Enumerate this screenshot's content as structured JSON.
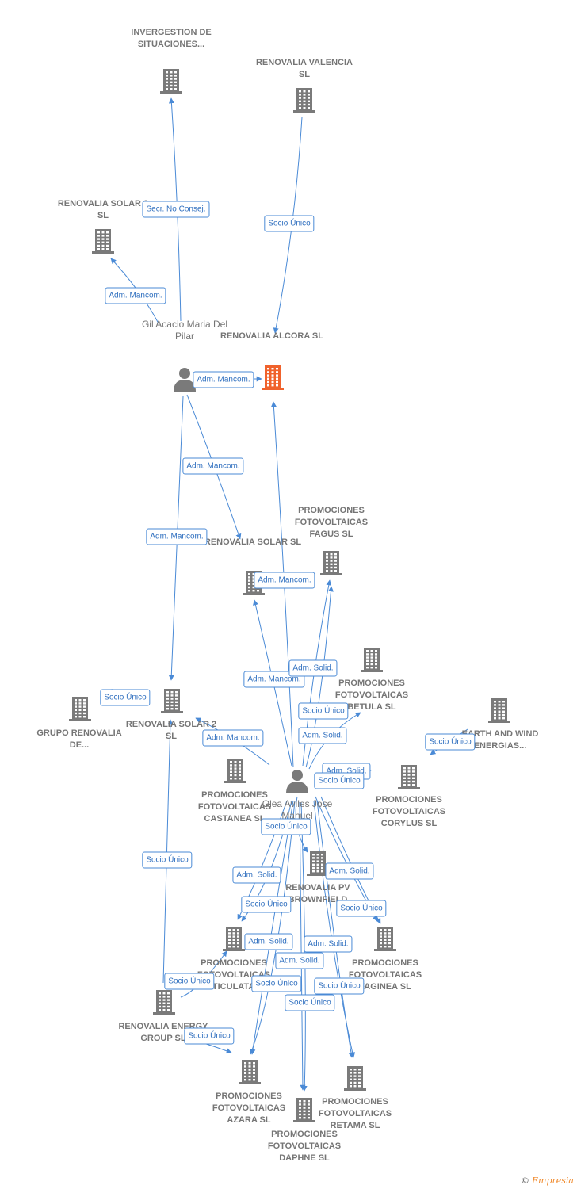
{
  "colors": {
    "edge": "#4a8ad6",
    "node_icon": "#7a7a7a",
    "main_icon": "#f0622c",
    "person_icon": "#7a7a7a"
  },
  "nodes": [
    {
      "id": "invergestion",
      "label": "INVERGESTION DE SITUACIONES...",
      "type": "company"
    },
    {
      "id": "valencia",
      "label": "RENOVALIA VALENCIA SL",
      "type": "company"
    },
    {
      "id": "solar3",
      "label": "RENOVALIA SOLAR 3 SL",
      "type": "company"
    },
    {
      "id": "gil",
      "label": "Gil Acacio Maria Del Pilar",
      "type": "person"
    },
    {
      "id": "alcora",
      "label": "RENOVALIA ALCORA SL",
      "type": "main"
    },
    {
      "id": "fagus",
      "label": "PROMOCIONES FOTOVOLTAICAS FAGUS SL",
      "type": "company"
    },
    {
      "id": "solarsl",
      "label": "RENOVALIA SOLAR SL",
      "type": "company"
    },
    {
      "id": "betula",
      "label": "PROMOCIONES FOTOVOLTAICAS BETULA SL",
      "type": "company"
    },
    {
      "id": "earth",
      "label": "EARTH AND WIND ENERGIAS...",
      "type": "company"
    },
    {
      "id": "grupo",
      "label": "GRUPO RENOVALIA DE...",
      "type": "company"
    },
    {
      "id": "solar2",
      "label": "RENOVALIA SOLAR 2 SL",
      "type": "company"
    },
    {
      "id": "castanea",
      "label": "PROMOCIONES FOTOVOLTAICAS CASTANEA SL",
      "type": "company"
    },
    {
      "id": "olea",
      "label": "Olea Aviles Jose Manuel",
      "type": "person"
    },
    {
      "id": "corylus",
      "label": "PROMOCIONES FOTOVOLTAICAS CORYLUS SL",
      "type": "company"
    },
    {
      "id": "brownfield",
      "label": "RENOVALIA PV BROWNFIELD",
      "type": "company"
    },
    {
      "id": "articulata",
      "label": "PROMOCIONES FOTOVOLTAICAS ARTICULATA SL",
      "type": "company"
    },
    {
      "id": "faginea",
      "label": "PROMOCIONES FOTOVOLTAICAS FAGINEA SL",
      "type": "company"
    },
    {
      "id": "energy",
      "label": "RENOVALIA ENERGY GROUP SL",
      "type": "company"
    },
    {
      "id": "azara",
      "label": "PROMOCIONES FOTOVOLTAICAS AZARA SL",
      "type": "company"
    },
    {
      "id": "retama",
      "label": "PROMOCIONES FOTOVOLTAICAS RETAMA SL",
      "type": "company"
    },
    {
      "id": "daphne",
      "label": "PROMOCIONES FOTOVOLTAICAS DAPHNE SL",
      "type": "company"
    }
  ],
  "edges": [
    {
      "from": "gil",
      "to": "invergestion",
      "label": "Secr. No Consej."
    },
    {
      "from": "valencia",
      "to": "alcora",
      "label": "Socio Único"
    },
    {
      "from": "gil",
      "to": "solar3",
      "label": "Adm. Mancom."
    },
    {
      "from": "gil",
      "to": "alcora",
      "label": "Adm. Mancom."
    },
    {
      "from": "gil",
      "to": "solarsl",
      "label": "Adm. Mancom."
    },
    {
      "from": "gil",
      "to": "solar2",
      "label": "Adm. Mancom."
    },
    {
      "from": "olea",
      "to": "alcora",
      "label": "Adm. Mancom."
    },
    {
      "from": "olea",
      "to": "solarsl",
      "label": "Adm. Mancom."
    },
    {
      "from": "olea",
      "to": "fagus",
      "label": "Adm. Solid."
    },
    {
      "from": "olea",
      "to": "solar2",
      "label": "Adm. Mancom."
    },
    {
      "from": "olea",
      "to": "betula",
      "label": "Socio Único"
    },
    {
      "from": "olea",
      "to": "betula",
      "label": "Adm. Solid."
    },
    {
      "from": "solar2",
      "to": "grupo",
      "label": "Socio Único"
    },
    {
      "from": "earth",
      "to": "olea",
      "label": "Socio Único"
    },
    {
      "from": "olea",
      "to": "corylus",
      "label": "Adm. Solid."
    },
    {
      "from": "olea",
      "to": "corylus",
      "label": "Socio Único"
    },
    {
      "from": "energy",
      "to": "solar2",
      "label": "Socio Único"
    },
    {
      "from": "olea",
      "to": "brownfield",
      "label": "Socio Único"
    },
    {
      "from": "olea",
      "to": "articulata",
      "label": "Adm. Solid."
    },
    {
      "from": "olea",
      "to": "articulata",
      "label": "Socio Único"
    },
    {
      "from": "olea",
      "to": "faginea",
      "label": "Adm. Solid."
    },
    {
      "from": "olea",
      "to": "faginea",
      "label": "Socio Único"
    },
    {
      "from": "energy",
      "to": "castanea",
      "label": "Socio Único"
    },
    {
      "from": "energy",
      "to": "azara",
      "label": "Socio Único"
    },
    {
      "from": "olea",
      "to": "azara",
      "label": "Adm. Solid."
    },
    {
      "from": "olea",
      "to": "azara",
      "label": "Socio Único"
    },
    {
      "from": "olea",
      "to": "daphne",
      "label": "Adm. Solid."
    },
    {
      "from": "olea",
      "to": "daphne",
      "label": "Socio Único"
    },
    {
      "from": "olea",
      "to": "retama",
      "label": "Adm. Solid."
    },
    {
      "from": "olea",
      "to": "retama",
      "label": "Socio Único"
    }
  ],
  "branding": {
    "copyright": "©",
    "name": "Empresia"
  }
}
